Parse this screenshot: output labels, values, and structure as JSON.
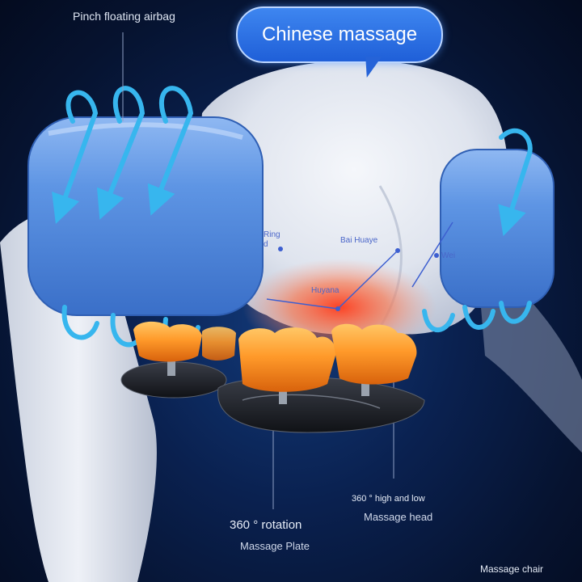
{
  "labels": {
    "airbag": "Pinch floating airbag",
    "bubble": "Chinese massage",
    "rotation": "360 ° rotation",
    "plate": "Massage Plate",
    "high_low": "360 ° high and low",
    "head": "Massage head",
    "chair": "Massage chair"
  },
  "acupoints": {
    "ring": "Ring",
    "ring2": "d",
    "bai": "Bai Huaye",
    "wei": "Wei",
    "huan": "Huyana"
  },
  "colors": {
    "background": "#0a2150",
    "airbag": "#4a8be0",
    "massage_head": "#ff8a1f",
    "arrow": "#37b6ee",
    "bubble": "#2a6fe0"
  }
}
